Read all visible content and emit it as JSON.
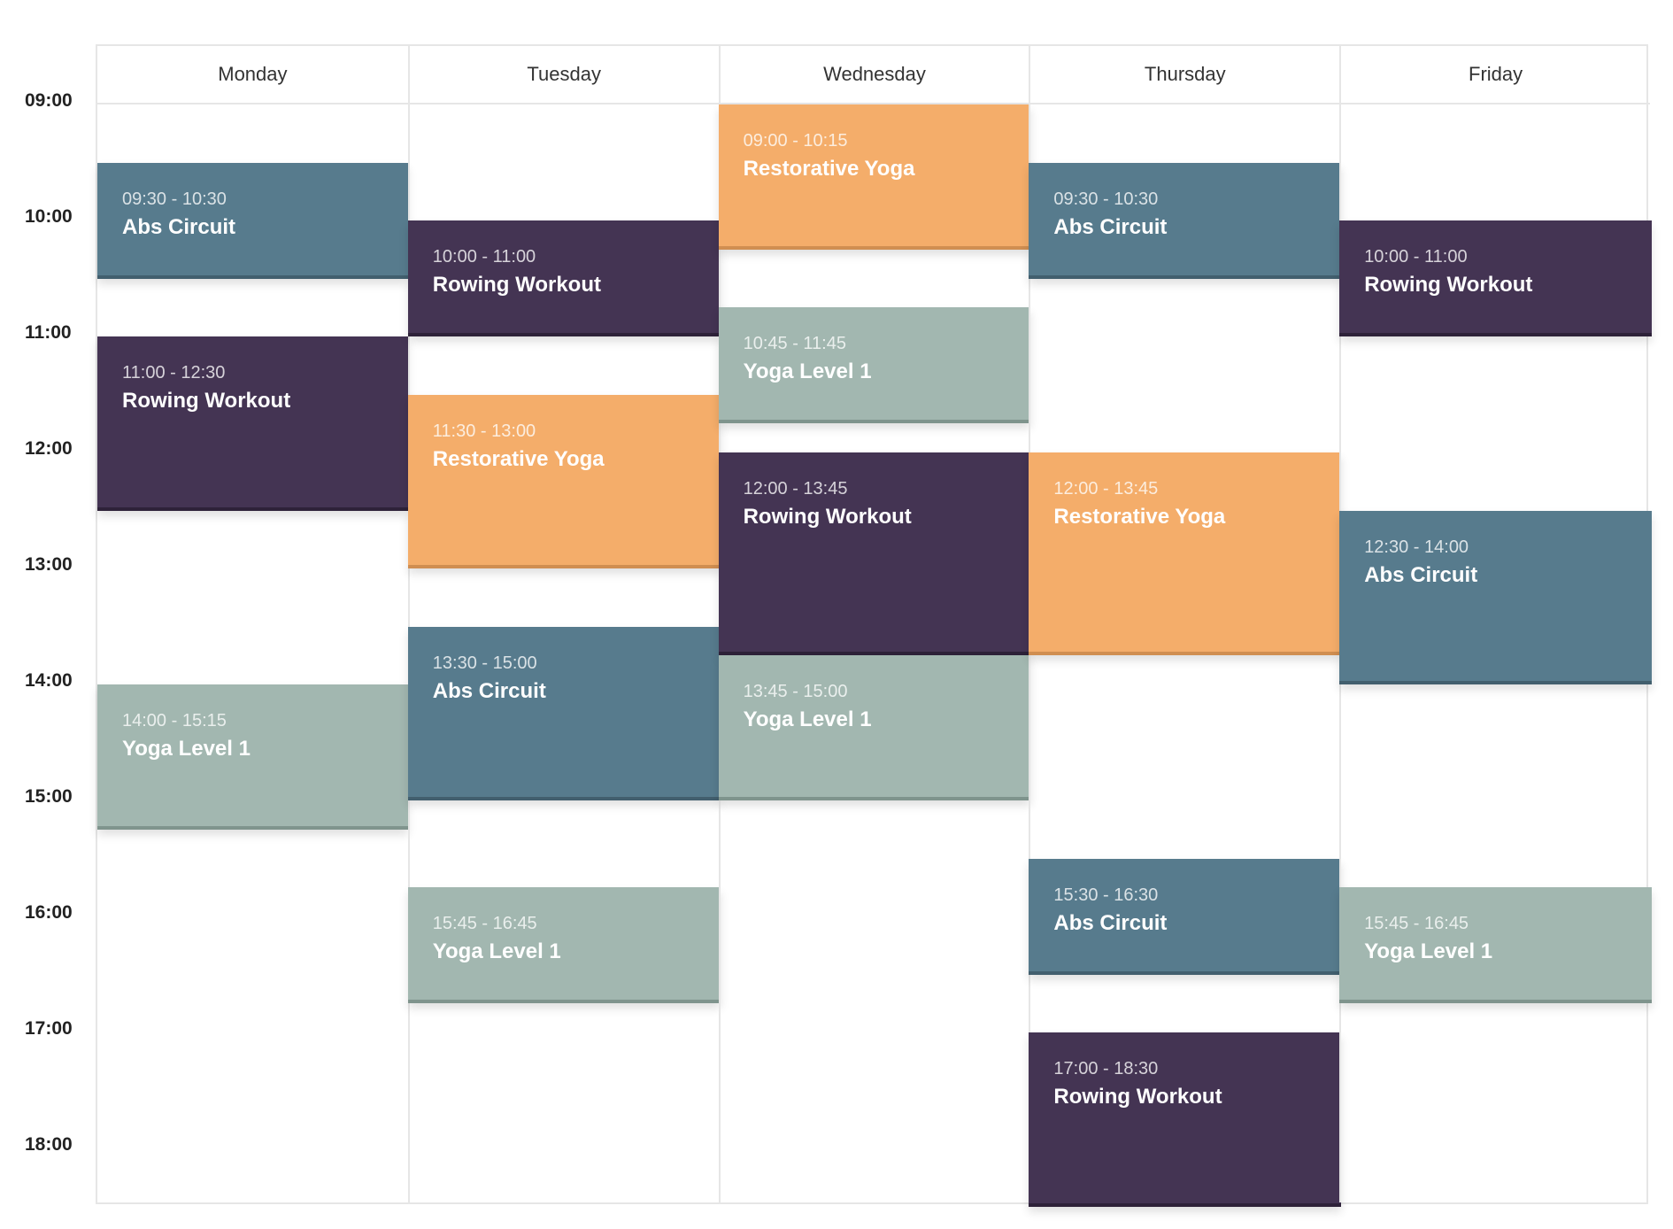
{
  "schedule": {
    "times": [
      "09:00",
      "10:00",
      "11:00",
      "12:00",
      "13:00",
      "14:00",
      "15:00",
      "16:00",
      "17:00",
      "18:00"
    ],
    "days": [
      {
        "name": "Monday",
        "events": [
          {
            "time": "09:30 - 10:30",
            "title": "Abs Circuit",
            "start": "09:30",
            "end": "10:30",
            "type": "abs"
          },
          {
            "time": "11:00 - 12:30",
            "title": "Rowing Workout",
            "start": "11:00",
            "end": "12:30",
            "type": "rowing"
          },
          {
            "time": "14:00 - 15:15",
            "title": "Yoga Level 1",
            "start": "14:00",
            "end": "15:15",
            "type": "yoga"
          }
        ]
      },
      {
        "name": "Tuesday",
        "events": [
          {
            "time": "10:00 - 11:00",
            "title": "Rowing Workout",
            "start": "10:00",
            "end": "11:00",
            "type": "rowing"
          },
          {
            "time": "11:30 - 13:00",
            "title": "Restorative Yoga",
            "start": "11:30",
            "end": "13:00",
            "type": "restorative"
          },
          {
            "time": "13:30 - 15:00",
            "title": "Abs Circuit",
            "start": "13:30",
            "end": "15:00",
            "type": "abs"
          },
          {
            "time": "15:45 - 16:45",
            "title": "Yoga Level 1",
            "start": "15:45",
            "end": "16:45",
            "type": "yoga"
          }
        ]
      },
      {
        "name": "Wednesday",
        "events": [
          {
            "time": "09:00 - 10:15",
            "title": "Restorative Yoga",
            "start": "09:00",
            "end": "10:15",
            "type": "restorative"
          },
          {
            "time": "10:45 - 11:45",
            "title": "Yoga Level 1",
            "start": "10:45",
            "end": "11:45",
            "type": "yoga"
          },
          {
            "time": "12:00 - 13:45",
            "title": "Rowing Workout",
            "start": "12:00",
            "end": "13:45",
            "type": "rowing"
          },
          {
            "time": "13:45 - 15:00",
            "title": "Yoga Level 1",
            "start": "13:45",
            "end": "15:00",
            "type": "yoga"
          }
        ]
      },
      {
        "name": "Thursday",
        "events": [
          {
            "time": "09:30 - 10:30",
            "title": "Abs Circuit",
            "start": "09:30",
            "end": "10:30",
            "type": "abs"
          },
          {
            "time": "12:00 - 13:45",
            "title": "Restorative Yoga",
            "start": "12:00",
            "end": "13:45",
            "type": "restorative"
          },
          {
            "time": "15:30 - 16:30",
            "title": "Abs Circuit",
            "start": "15:30",
            "end": "16:30",
            "type": "abs"
          },
          {
            "time": "17:00 - 18:30",
            "title": "Rowing Workout",
            "start": "17:00",
            "end": "18:30",
            "type": "rowing"
          }
        ]
      },
      {
        "name": "Friday",
        "events": [
          {
            "time": "10:00 - 11:00",
            "title": "Rowing Workout",
            "start": "10:00",
            "end": "11:00",
            "type": "rowing"
          },
          {
            "time": "12:30 - 14:00",
            "title": "Abs Circuit",
            "start": "12:30",
            "end": "14:00",
            "type": "abs"
          },
          {
            "time": "15:45 - 16:45",
            "title": "Yoga Level 1",
            "start": "15:45",
            "end": "16:45",
            "type": "yoga"
          }
        ]
      }
    ]
  },
  "colors": {
    "abs": "#577b8d",
    "rowing": "#443453",
    "restorative": "#f4ad6a",
    "yoga": "#a2b7b0",
    "grid_line": "#e6e6e6"
  }
}
